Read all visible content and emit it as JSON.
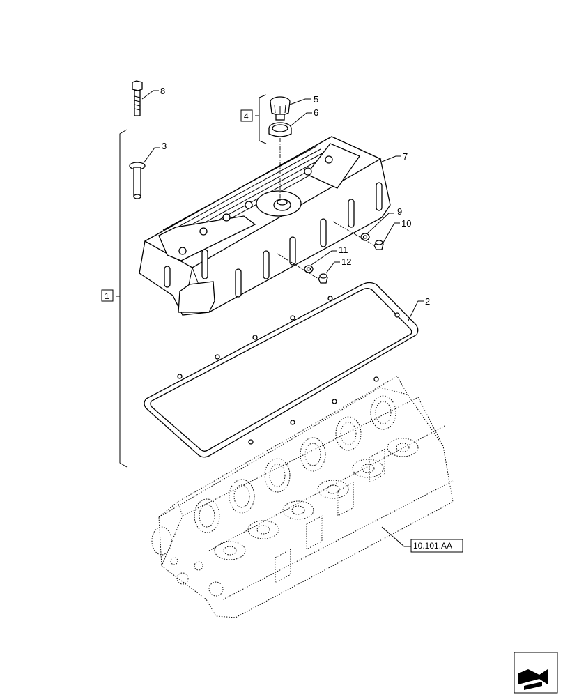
{
  "callouts": {
    "n1": "1",
    "n2": "2",
    "n3": "3",
    "n4": "4",
    "n5": "5",
    "n6": "6",
    "n7": "7",
    "n8": "8",
    "n9": "9",
    "n10": "10",
    "n11": "11",
    "n12": "12"
  },
  "reference": "10.101.AA",
  "nav_icon": "next-page-arrow-icon"
}
